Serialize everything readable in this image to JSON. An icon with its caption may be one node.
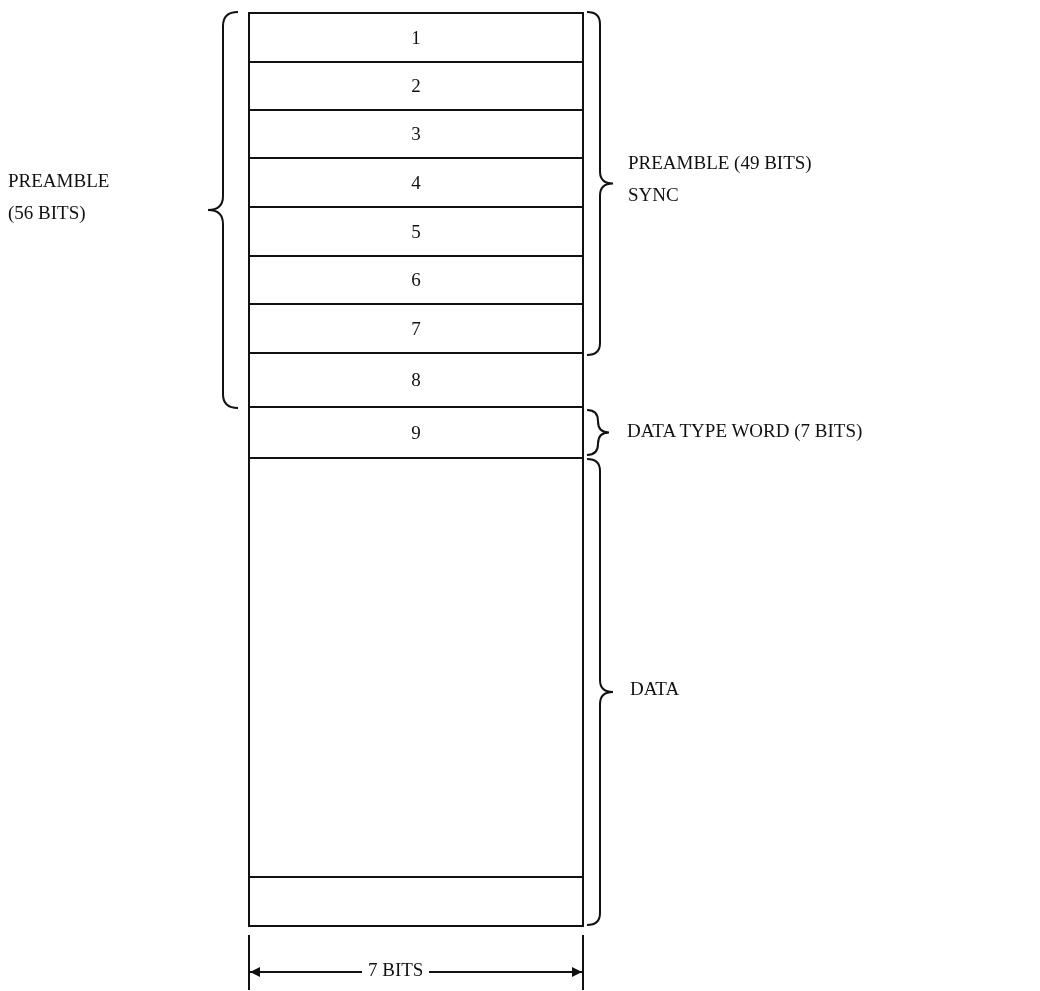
{
  "diagram": {
    "nodes": [
      {
        "text": [
          "1"
        ]
      },
      {
        "text": [
          "2"
        ]
      },
      {
        "text": [
          "3"
        ]
      },
      {
        "text": [
          "4"
        ]
      },
      {
        "text": [
          "5"
        ]
      },
      {
        "text": [
          "6"
        ]
      },
      {
        "text": [
          "7"
        ]
      },
      {
        "text": [
          "8"
        ]
      },
      {
        "text": [
          "9"
        ]
      },
      {
        "text": [],
        "shape": "box"
      },
      {
        "text": [],
        "shape": "box"
      }
    ],
    "labels": [
      "PREAMBLE",
      "(56 BITS)",
      "PREAMBLE (49 BITS)",
      "SYNC",
      "DATA TYPE WORD (7 BITS)",
      "DATA",
      "7 BITS"
    ]
  }
}
